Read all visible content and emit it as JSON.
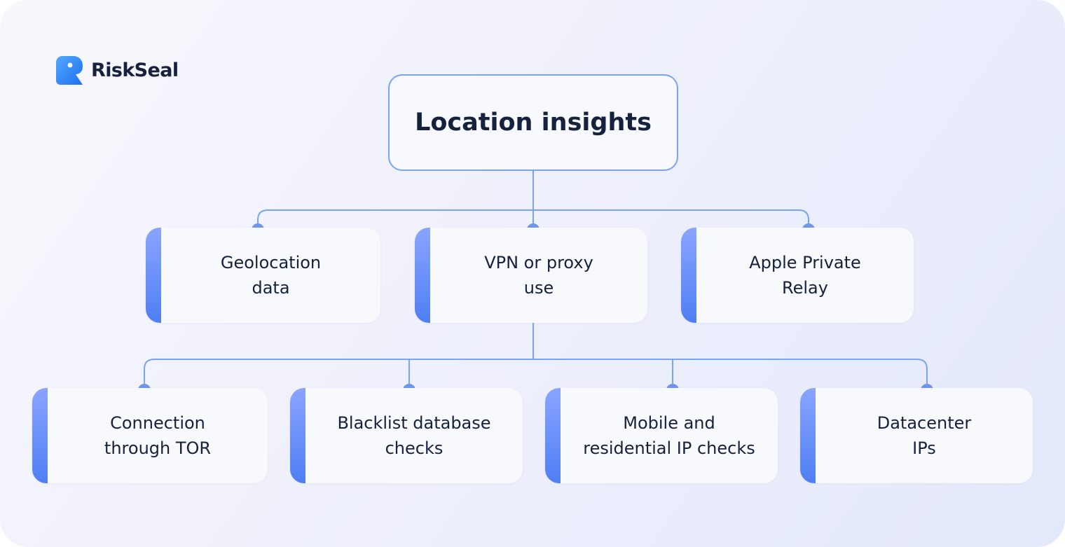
{
  "brand": {
    "name": "RiskSeal",
    "logo_icon": "seal-logo-icon",
    "accent_color": "#3b82f6"
  },
  "diagram": {
    "root": {
      "label": "Location insights"
    },
    "level1": [
      {
        "label": "Geolocation\ndata"
      },
      {
        "label": "VPN or proxy\nuse"
      },
      {
        "label": "Apple Private\nRelay"
      }
    ],
    "level2": [
      {
        "label": "Connection\nthrough TOR"
      },
      {
        "label": "Blacklist database\nchecks"
      },
      {
        "label": "Mobile and\nresidential IP checks"
      },
      {
        "label": "Datacenter\nIPs"
      }
    ],
    "edges": [
      [
        "root",
        "level1.0"
      ],
      [
        "root",
        "level1.1"
      ],
      [
        "root",
        "level1.2"
      ],
      [
        "level1.1",
        "level2.0"
      ],
      [
        "level1.1",
        "level2.1"
      ],
      [
        "level1.1",
        "level2.2"
      ],
      [
        "level1.1",
        "level2.3"
      ]
    ],
    "colors": {
      "connector": "#7ba3ef",
      "dot": "#6f95ec",
      "card_accent_top": "#8aa4ff",
      "card_accent_bottom": "#4f7ff4",
      "text": "#16213d"
    }
  }
}
